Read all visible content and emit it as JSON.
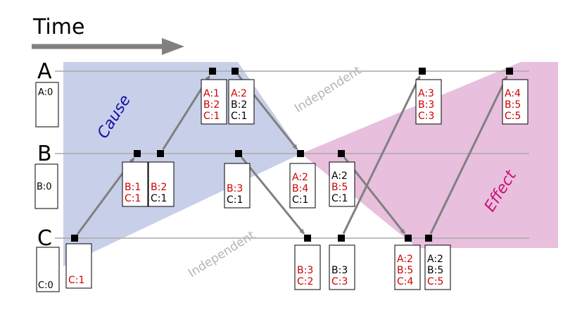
{
  "title": "Time",
  "processes": [
    "A",
    "B",
    "C"
  ],
  "region_labels": {
    "cause": "Cause",
    "effect": "Effect",
    "independent_top": "Independent",
    "independent_bottom": "Independent"
  },
  "colors": {
    "cause": "#c8cfe8",
    "effect": "#e8bfdd",
    "cause_text": "#1111aa",
    "effect_text": "#cc1177",
    "highlight": "#cc0000",
    "line": "#aaaaaa",
    "arrow": "#808080"
  },
  "initial_clocks": {
    "A": "A:0",
    "B": "B:0",
    "C": "C:0"
  },
  "events": [
    {
      "id": "c1",
      "lines": [
        {
          "text": "C:1",
          "hl": true
        }
      ]
    },
    {
      "id": "b1",
      "lines": [
        {
          "text": "B:1",
          "hl": true
        },
        {
          "text": "C:1",
          "hl": true
        }
      ]
    },
    {
      "id": "b2",
      "lines": [
        {
          "text": "B:2",
          "hl": true
        },
        {
          "text": "C:1",
          "hl": false
        }
      ]
    },
    {
      "id": "a1",
      "lines": [
        {
          "text": "A:1",
          "hl": true
        },
        {
          "text": "B:2",
          "hl": true
        },
        {
          "text": "C:1",
          "hl": true
        }
      ]
    },
    {
      "id": "a2",
      "lines": [
        {
          "text": "A:2",
          "hl": true
        },
        {
          "text": "B:2",
          "hl": false
        },
        {
          "text": "C:1",
          "hl": false
        }
      ]
    },
    {
      "id": "b3",
      "lines": [
        {
          "text": "B:3",
          "hl": true
        },
        {
          "text": "C:1",
          "hl": false
        }
      ]
    },
    {
      "id": "b4",
      "lines": [
        {
          "text": "A:2",
          "hl": true
        },
        {
          "text": "B:4",
          "hl": true
        },
        {
          "text": "C:1",
          "hl": false
        }
      ]
    },
    {
      "id": "b5",
      "lines": [
        {
          "text": "A:2",
          "hl": false
        },
        {
          "text": "B:5",
          "hl": true
        },
        {
          "text": "C:1",
          "hl": false
        }
      ]
    },
    {
      "id": "c2",
      "lines": [
        {
          "text": "B:3",
          "hl": true
        },
        {
          "text": "C:2",
          "hl": true
        }
      ]
    },
    {
      "id": "c3",
      "lines": [
        {
          "text": "B:3",
          "hl": false
        },
        {
          "text": "C:3",
          "hl": true
        }
      ]
    },
    {
      "id": "a3",
      "lines": [
        {
          "text": "A:3",
          "hl": true
        },
        {
          "text": "B:3",
          "hl": true
        },
        {
          "text": "C:3",
          "hl": true
        }
      ]
    },
    {
      "id": "c4",
      "lines": [
        {
          "text": "A:2",
          "hl": true
        },
        {
          "text": "B:5",
          "hl": true
        },
        {
          "text": "C:4",
          "hl": true
        }
      ]
    },
    {
      "id": "c5",
      "lines": [
        {
          "text": "A:2",
          "hl": false
        },
        {
          "text": "B:5",
          "hl": false
        },
        {
          "text": "C:5",
          "hl": true
        }
      ]
    },
    {
      "id": "a4",
      "lines": [
        {
          "text": "A:4",
          "hl": true
        },
        {
          "text": "B:5",
          "hl": true
        },
        {
          "text": "C:5",
          "hl": true
        }
      ]
    }
  ],
  "messages": [
    {
      "from": "c1",
      "to": "b1"
    },
    {
      "from": "b2",
      "to": "a1"
    },
    {
      "from": "a2",
      "to": "b4"
    },
    {
      "from": "b3",
      "to": "c2"
    },
    {
      "from": "c3",
      "to": "a3"
    },
    {
      "from": "b5",
      "to": "c4"
    },
    {
      "from": "c5",
      "to": "a4"
    }
  ]
}
